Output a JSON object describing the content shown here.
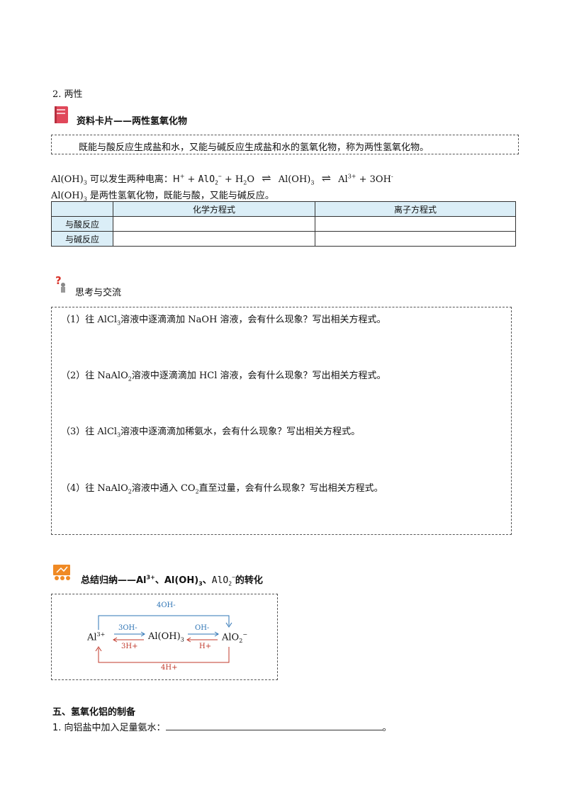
{
  "section2": {
    "title": "2. 两性"
  },
  "card1": {
    "title": "资料卡片——两性氢氧化物",
    "definition": "既能与酸反应生成盐和水，又能与碱反应生成盐和水的氢氧化物，称为两性氢氧化物。"
  },
  "ionization": {
    "prefix_formula": "Al(OH)",
    "prefix_text": "可以发生两种电离：H",
    "plus": "+",
    "mid1": " + H",
    "mid1b": "O",
    "mid2": "Al(OH)",
    "right1": "Al",
    "right_sup": "3+",
    "right2": " + 3OH",
    "minus": "-"
  },
  "amphoteric_line": {
    "formula": "Al(OH)",
    "text": "是两性氢氧化物，既能与酸，又能与碱反应。"
  },
  "table": {
    "headers": [
      "",
      "化学方程式",
      "离子方程式"
    ],
    "rows": [
      {
        "label": "与酸反应"
      },
      {
        "label": "与碱反应"
      }
    ]
  },
  "think": {
    "title": "思考与交流",
    "q1": {
      "a": "（1）往 AlCl",
      "b": "溶液中逐滴滴加 NaOH 溶液，会有什么现象？写出相关方程式。"
    },
    "q2": {
      "a": "（2）往 NaAlO",
      "b": "溶液中逐滴滴加 HCl 溶液，会有什么现象？写出相关方程式。"
    },
    "q3": {
      "a": "（3）往 AlCl",
      "b": "溶液中逐滴滴加稀氨水，会有什么现象？写出相关方程式。"
    },
    "q4": {
      "a": "（4）往 NaAlO",
      "b": "溶液中通入 CO",
      "c": "直至过量，会有什么现象？写出相关方程式。"
    }
  },
  "summary": {
    "title_a": "总结归纳——Al",
    "title_b": "、Al(OH)",
    "title_c": "、",
    "title_d": "的转化"
  },
  "diagram": {
    "top": "4OH-",
    "bottom": "4H+",
    "left_up": "3OH-",
    "left_down": "3H+",
    "right_up": "OH-",
    "right_down": "H+",
    "species_left": "Al3+",
    "species_mid": "Al(OH)3",
    "species_right": "AlO2-"
  },
  "section5": {
    "title": "五、氢氧化铝的制备",
    "item1": "1. 向铝盐中加入足量氨水：",
    "end": "。"
  },
  "colors": {
    "header_bg": "#dbeef7",
    "blue": "#2e74b5",
    "red": "#c0392b"
  }
}
